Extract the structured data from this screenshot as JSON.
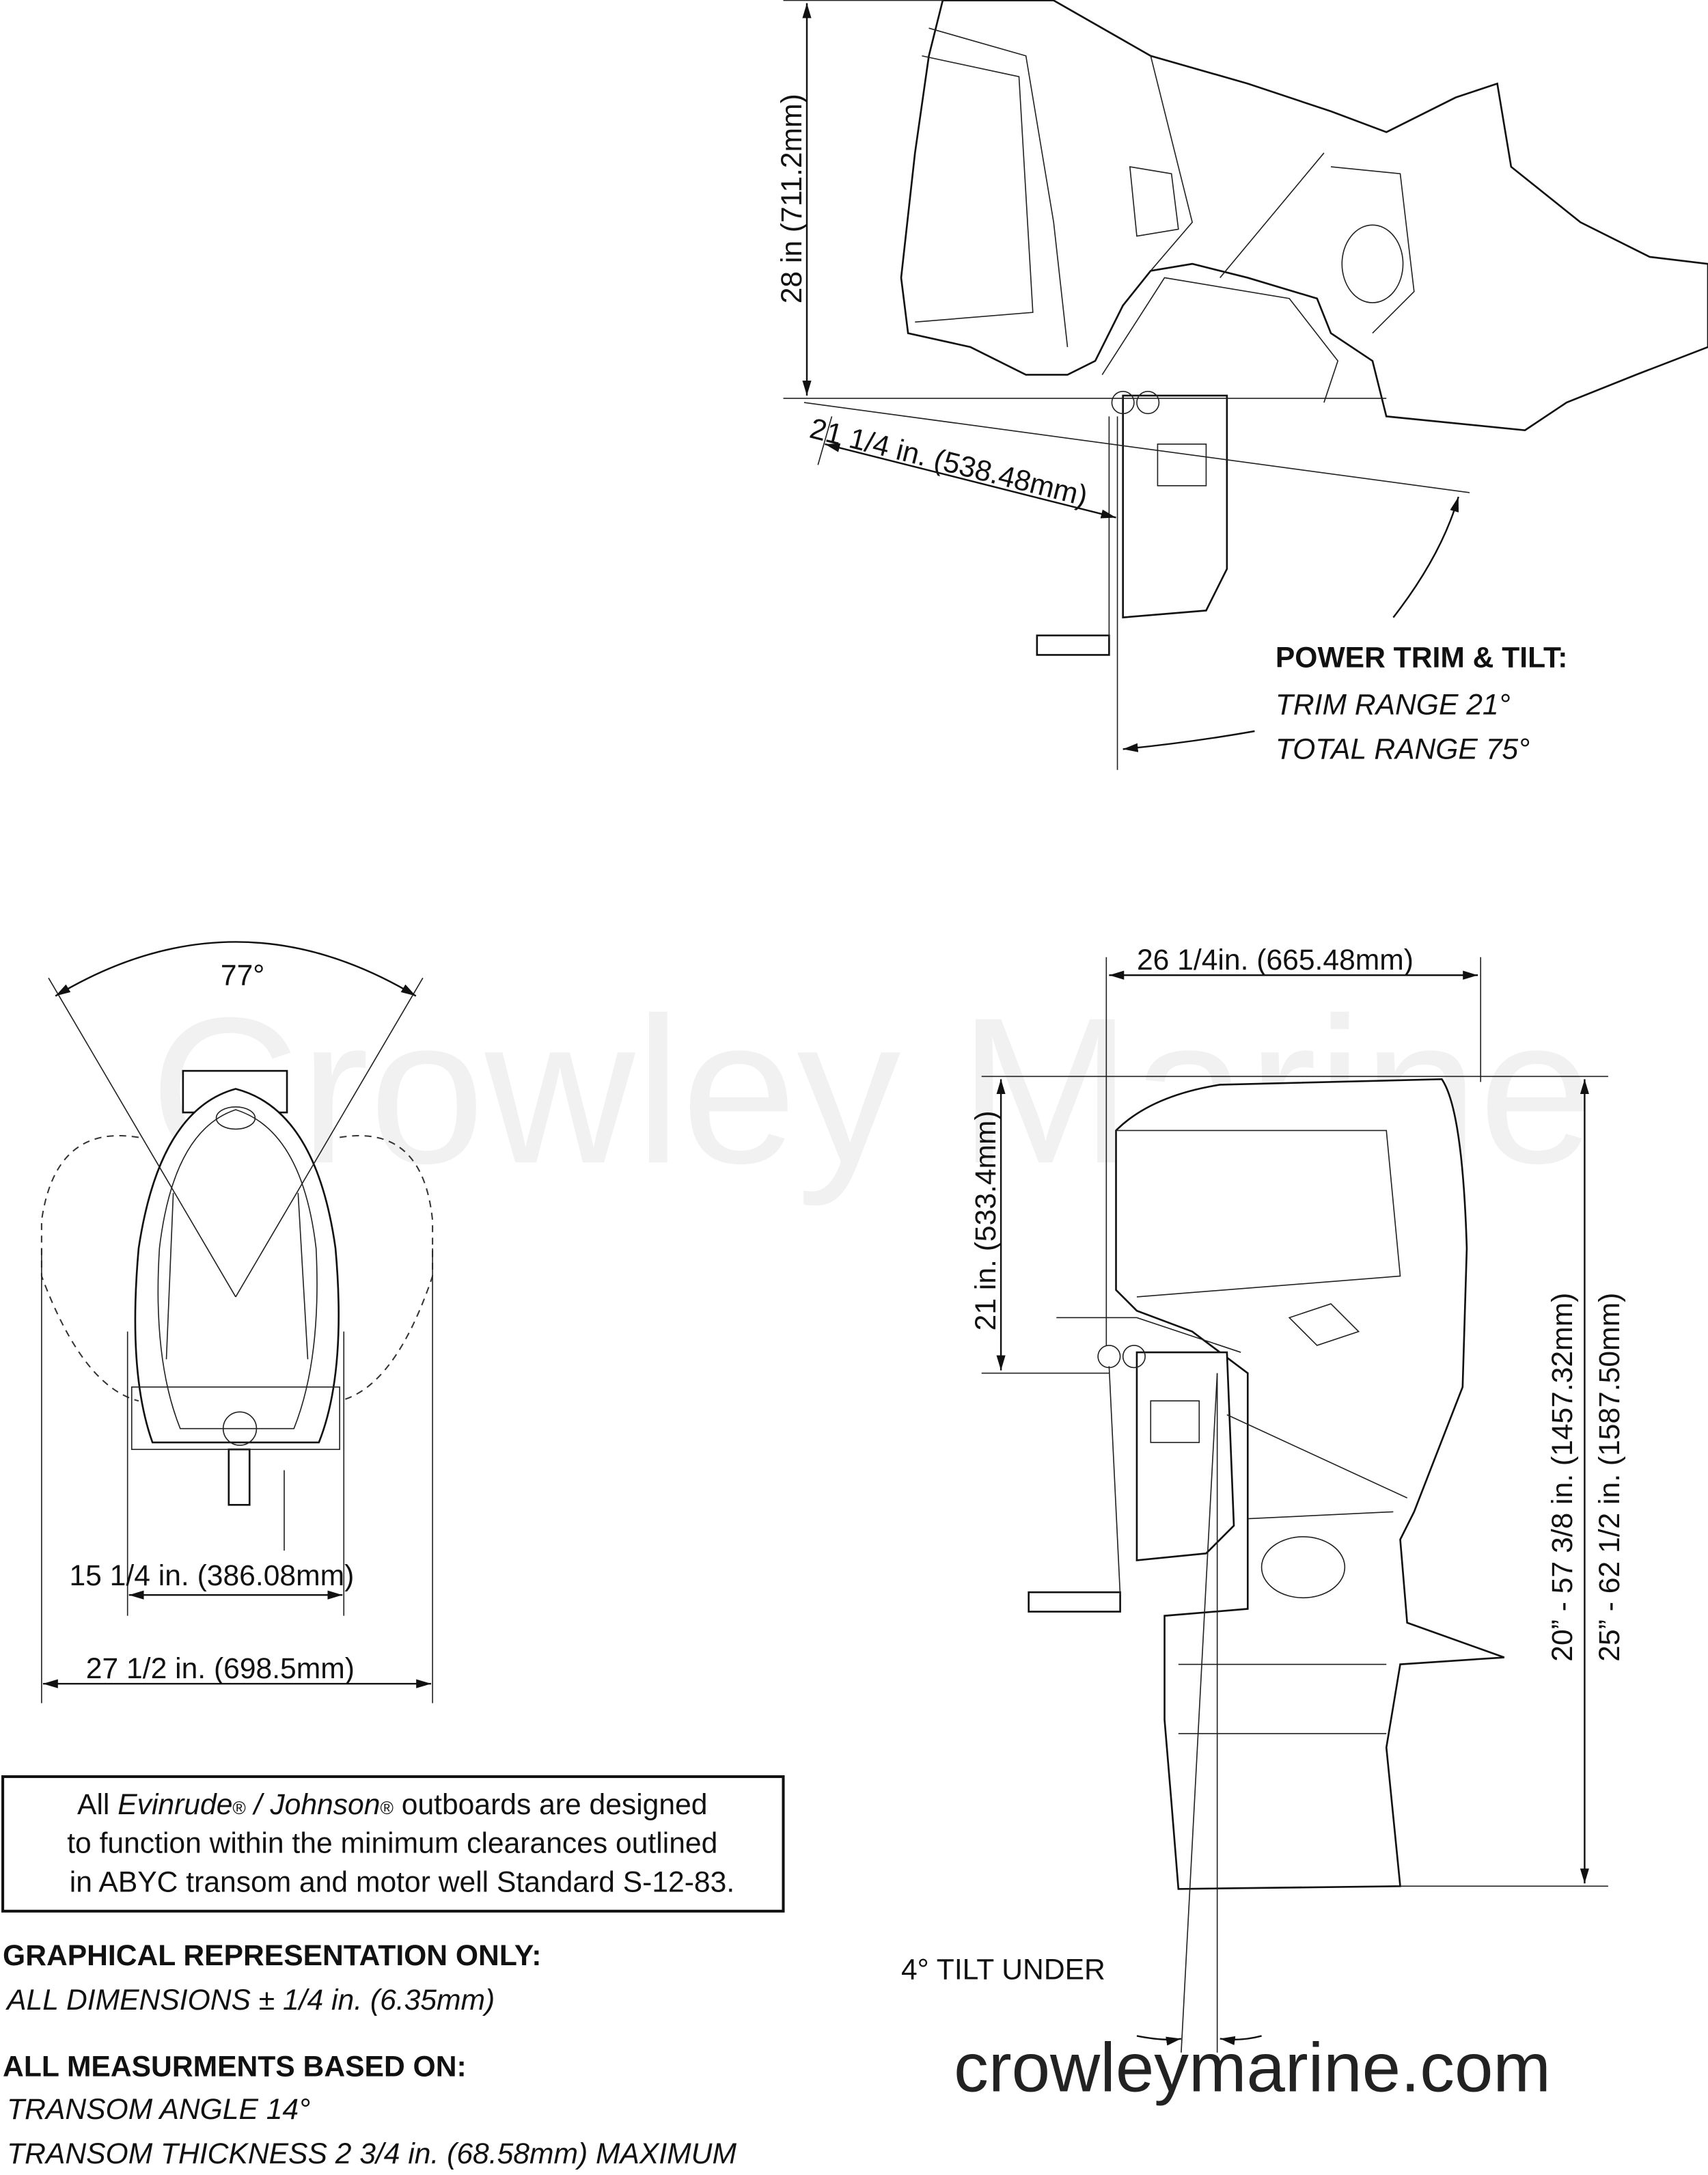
{
  "watermark": "Crowley Marine",
  "website": "crowleymarine.com",
  "tilt_view": {
    "height_dim": "28 in (711.2mm)",
    "setback_dim": "21 1/4 in. (538.48mm)",
    "power_trim_title": "POWER TRIM & TILT:",
    "trim_range": "TRIM RANGE 21°",
    "total_range": "TOTAL RANGE 75°"
  },
  "top_view": {
    "steer_angle": "77°",
    "inner_width": "15 1/4 in. (386.08mm)",
    "outer_width": "27 1/2 in. (698.5mm)"
  },
  "side_view": {
    "depth_dim": "26 1/4in. (665.48mm)",
    "upper_height": "21 in. (533.4mm)",
    "total_height_20": "20” - 57 3/8 in. (1457.32mm)",
    "total_height_25": "25” - 62 1/2 in. (1587.50mm)",
    "tilt_under": "4° TILT UNDER"
  },
  "notice": {
    "line1_pre": "All ",
    "brand1": "Evinrude",
    "reg1": "®",
    "sep": " / ",
    "brand2": "Johnson",
    "reg2": "®",
    "line1_post": " outboards are designed",
    "line2": "to function within the minimum clearances outlined",
    "line3": "in ABYC transom and motor well Standard S-12-83."
  },
  "notes": {
    "graphical_title": "GRAPHICAL REPRESENTATION ONLY:",
    "dimensions_tolerance": "ALL DIMENSIONS ± 1/4 in. (6.35mm)",
    "measurements_title": "ALL MEASURMENTS BASED ON:",
    "transom_angle": "TRANSOM ANGLE 14°",
    "transom_thickness": "TRANSOM THICKNESS 2 3/4 in. (68.58mm) MAXIMUM"
  }
}
